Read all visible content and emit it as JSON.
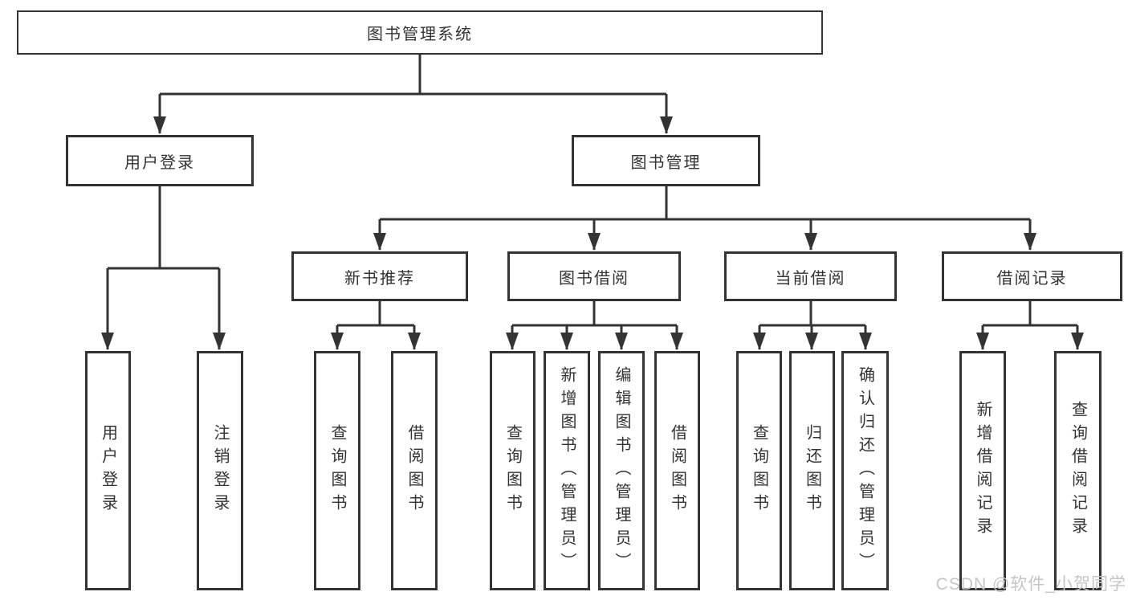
{
  "page": {
    "watermark": "CSDN @软件_小贺同学"
  },
  "colors": {
    "line": "#333333",
    "box_border": "#333333",
    "text": "#333333",
    "watermark": "#c6c6c6",
    "page_bg": "#ffffff"
  },
  "diagram": {
    "type": "tree",
    "root": {
      "label": "图书管理系统"
    },
    "level2": [
      {
        "label": "用户登录",
        "children": [
          "用户登录",
          "注销登录"
        ]
      },
      {
        "label": "图书管理",
        "children_groups": [
          {
            "label": "新书推荐",
            "children": [
              "查询图书",
              "借阅图书"
            ]
          },
          {
            "label": "图书借阅",
            "children": [
              "查询图书",
              "新增图书（管理员）",
              "编辑图书（管理员）",
              "借阅图书"
            ]
          },
          {
            "label": "当前借阅",
            "children": [
              "查询图书",
              "归还图书",
              "确认归还（管理员）"
            ]
          },
          {
            "label": "借阅记录",
            "children": [
              "新增借阅记录",
              "查询借阅记录"
            ]
          }
        ]
      }
    ]
  }
}
